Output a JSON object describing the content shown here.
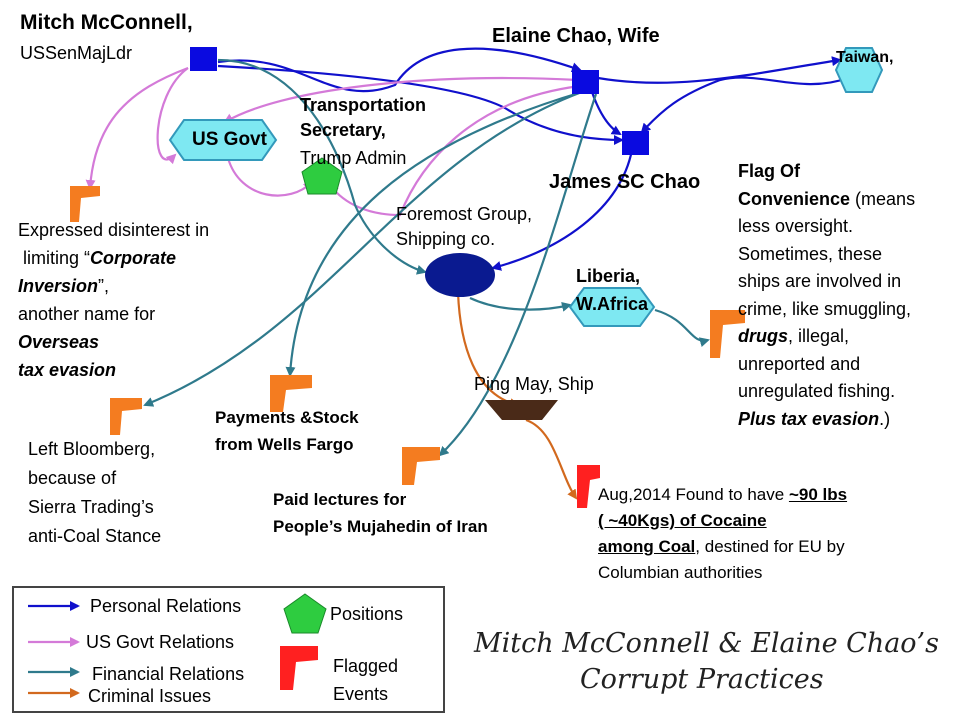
{
  "colors": {
    "personal": "#1010cc",
    "govt": "#d47ad8",
    "financial": "#2f7a8c",
    "criminal": "#d2691e",
    "flag_orange": "#f47c20",
    "flag_red": "#ff2020",
    "position_green": "#2ecc40",
    "hexagon_fill": "#7ee8f2",
    "hexagon_stroke": "#3399bb",
    "node_blue": "#0a0ae0",
    "ellipse_fill": "#0a1a90",
    "ship_fill": "#4a2a18"
  },
  "nodes": {
    "mitch_name": "Mitch McConnell,",
    "mitch_role": "USSenMajLdr",
    "elaine": "Elaine Chao, Wife",
    "taiwan": "Taiwan,",
    "us_govt": "US Govt",
    "transport_1": "Transportation",
    "transport_2": "Secretary,",
    "transport_3": "Trump Admin",
    "james": "James SC Chao",
    "foremost_1": "Foremost Group,",
    "foremost_2": "Shipping co.",
    "liberia_1": "Liberia,",
    "liberia_2": "W.Africa",
    "ping_may": "Ping May, Ship"
  },
  "events": {
    "inversion": {
      "l1": "Expressed disinterest in",
      "l2a": "limiting “",
      "l2b": "Corporate",
      "l3a": "Inversion",
      "l3b": "”,",
      "l4": "another name for",
      "l5": "Overseas",
      "l6": "tax evasion"
    },
    "bloomberg": {
      "l1": "Left Bloomberg,",
      "l2": "because of",
      "l3": "Sierra Trading’s",
      "l4": "anti-Coal Stance"
    },
    "wells": {
      "l1": "Payments &Stock",
      "l2": "from Wells Fargo"
    },
    "lectures": {
      "l1": "Paid lectures for",
      "l2": "People’s Mujahedin of Iran"
    },
    "flag_conv": {
      "l1": "Flag Of",
      "l2a": "Convenience",
      "l2b": " (means",
      "l3": "less oversight.",
      "l4": "Sometimes, these",
      "l5": "ships are involved in",
      "l6": "crime, like smuggling,",
      "l7a": "drugs",
      "l7b": ", illegal,",
      "l8": "unreported and",
      "l9": "unregulated fishing.",
      "l10": "Plus tax evasion",
      "l10b": ".)"
    },
    "cocaine": {
      "l1a": "Aug,2014 Found to have ",
      "l1b": "~90 lbs",
      "l2": "( ~40Kgs) of Cocaine",
      "l3a": " among Coal",
      "l3b": ", destined for EU by",
      "l4": "Columbian authorities"
    }
  },
  "legend": {
    "personal": "Personal Relations",
    "govt": "US Govt Relations",
    "financial": "Financial Relations",
    "criminal": "Criminal Issues",
    "positions": "Positions",
    "flagged_1": "Flagged",
    "flagged_2": "Events"
  },
  "title": {
    "line1": "Mitch McConnell & Elaine Chao’s",
    "line2": "Corrupt Practices"
  }
}
